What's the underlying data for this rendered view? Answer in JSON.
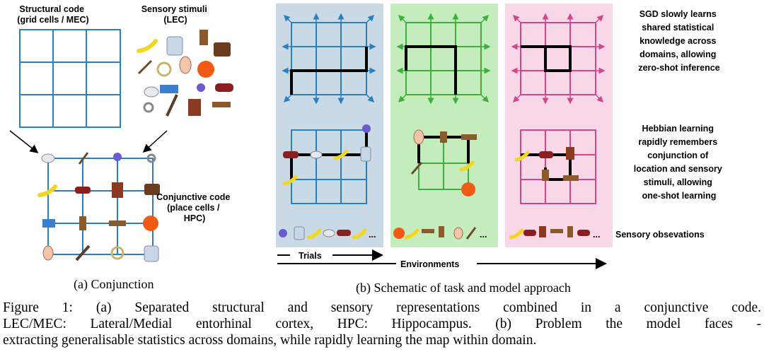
{
  "panel_a": {
    "structural_label": [
      "Structural code",
      "(grid cells / MEC)"
    ],
    "sensory_label": [
      "Sensory stimuli",
      "(LEC)"
    ],
    "conjunctive_label": [
      "Conjunctive code",
      "(place cells /",
      "HPC)"
    ],
    "subcaption": "(a) Conjunction"
  },
  "panel_b": {
    "sgd_label": [
      "SGD slowly learns",
      "shared statistical",
      "knowledge across",
      "domains, allowing",
      "zero-shot inference"
    ],
    "hebbian_label": [
      "Hebbian learning",
      "rapidly remembers",
      "conjunction of",
      "location and sensory",
      "stimuli, allowing",
      "one-shot learning"
    ],
    "sensory_obs_label": "Sensory obsevations",
    "ellipsis": "...",
    "trials_label": "Trials",
    "environments_label": "Environments",
    "subcaption": "(b) Schematic of task and model approach",
    "colors": {
      "blue": "#2a7fc0",
      "green": "#3ab13a",
      "pink": "#d4458c",
      "blue_bg": "#c9d9e6",
      "green_bg": "#c5ecbc",
      "pink_bg": "#f7d7e8"
    }
  },
  "caption": {
    "line1": "Figure 1: (a) Separated structural and sensory representations combined in a conjunctive code.",
    "line2": "LEC/MEC: Lateral/Medial entorhinal cortex, HPC: Hippocampus. (b) Problem the model faces -",
    "line3": "extracting generalisable statistics across domains, while rapidly learning the map within domain."
  }
}
